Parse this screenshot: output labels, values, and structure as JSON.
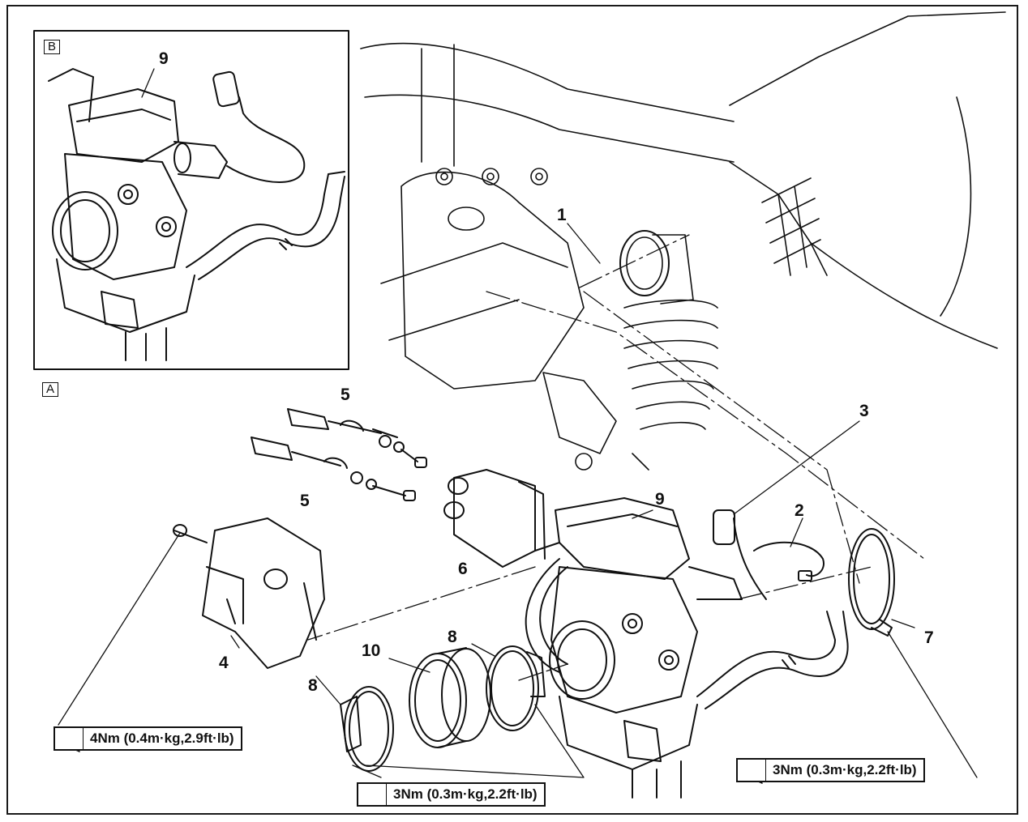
{
  "views": {
    "inset_label": "B",
    "main_label": "A"
  },
  "callouts": {
    "c1": "1",
    "c2": "2",
    "c3": "3",
    "c4": "4",
    "c5a": "5",
    "c5b": "5",
    "c6": "6",
    "c7": "7",
    "c8a": "8",
    "c8b": "8",
    "c9_inset": "9",
    "c9_main": "9",
    "c10": "10"
  },
  "torque_specs": {
    "part4": "4Nm (0.4m·kg,2.9ft·lb)",
    "part8": "3Nm (0.3m·kg,2.2ft·lb)",
    "part7": "3Nm (0.3m·kg,2.2ft·lb)"
  },
  "icons": {
    "torque": "torque-wrench-icon"
  },
  "colors": {
    "line": "#111111",
    "background": "#ffffff"
  }
}
